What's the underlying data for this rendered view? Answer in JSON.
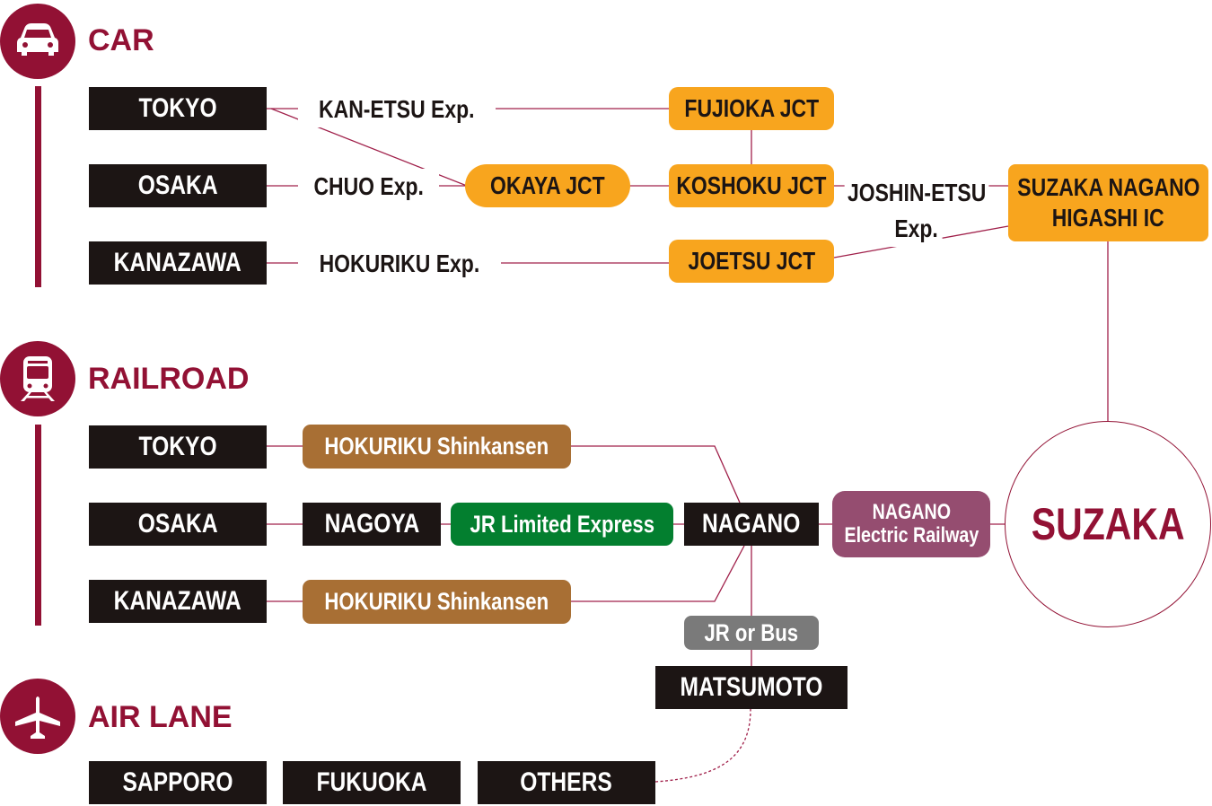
{
  "colors": {
    "brand": "#921134",
    "city_box": "#1c1514",
    "junction": "#f8a51e",
    "shinkansen": "#a86f34",
    "limited_express": "#037f2f",
    "local_transfer": "#7a7a7a",
    "electric_railway": "#954d70",
    "connector_line": "#a0204a"
  },
  "car": {
    "icon": "car-icon",
    "title": "CAR",
    "origins": [
      "TOKYO",
      "OSAKA",
      "KANAZAWA"
    ],
    "routes": [
      "KAN-ETSU Exp.",
      "CHUO Exp.",
      "HOKURIKU Exp."
    ],
    "junctions": {
      "okaya": "OKAYA JCT",
      "fujioka": "FUJIOKA JCT",
      "koshoku": "KOSHOKU JCT",
      "joetsu": "JOETSU JCT"
    },
    "joshinetsu": {
      "line1": "JOSHIN-ETSU",
      "line2": "Exp."
    },
    "exit_ic": {
      "line1": "SUZAKA NAGANO",
      "line2": "HIGASHI IC"
    }
  },
  "railroad": {
    "icon": "train-icon",
    "title": "RAILROAD",
    "origins": [
      "TOKYO",
      "OSAKA",
      "KANAZAWA"
    ],
    "shinkansen_top": "HOKURIKU Shinkansen",
    "shinkansen_bottom": "HOKURIKU Shinkansen",
    "nagoya": "NAGOYA",
    "limited_express": "JR Limited Express",
    "nagano": "NAGANO",
    "electric_railway": {
      "line1": "NAGANO",
      "line2": "Electric Railway"
    },
    "jr_or_bus": "JR or Bus",
    "matsumoto": "MATSUMOTO"
  },
  "air": {
    "icon": "airplane-icon",
    "title": "AIR LANE",
    "origins": [
      "SAPPORO",
      "FUKUOKA",
      "OTHERS"
    ]
  },
  "destination": "SUZAKA"
}
